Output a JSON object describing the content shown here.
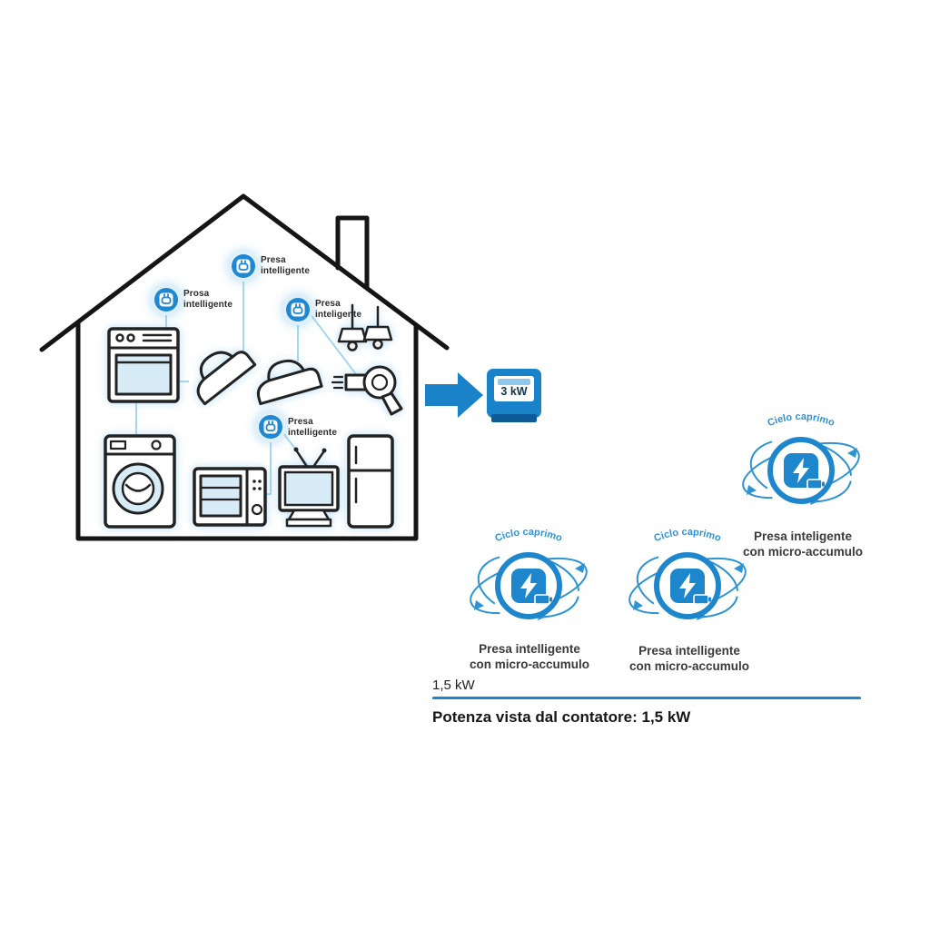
{
  "house": {
    "plugs": [
      {
        "line1": "Prosa",
        "line2": "intelligente"
      },
      {
        "line1": "Presa",
        "line2": "intelligente"
      },
      {
        "line1": "Presa",
        "line2": "inteligente"
      },
      {
        "line1": "Presa",
        "line2": "intelligente"
      }
    ],
    "appliances": [
      "oven",
      "iron",
      "iron",
      "pendant-lights",
      "hair-dryer",
      "washing-machine",
      "microwave",
      "tv",
      "fridge"
    ]
  },
  "meter": {
    "value": "3 kW"
  },
  "cycle_badges": [
    {
      "orbit_text": "Cielo caprimo",
      "label_line1": "Presa inteligente",
      "label_line2": "con micro-accumulo"
    },
    {
      "orbit_text": "Ciclo caprimo",
      "label_line1": "Presa intelligente",
      "label_line2": "con micro-accumulo"
    },
    {
      "orbit_text": "Ciclo caprimo",
      "label_line1": "Presa intelligente",
      "label_line2": "con micro-accumulo"
    }
  ],
  "footer": {
    "power_label": "1,5 kW",
    "caption": "Potenza vista dal contatore: 1,5 kW"
  },
  "colors": {
    "accent_blue": "#1e86cc",
    "light_blue": "#d8ecf8",
    "dark_text": "#1c1c1c"
  }
}
